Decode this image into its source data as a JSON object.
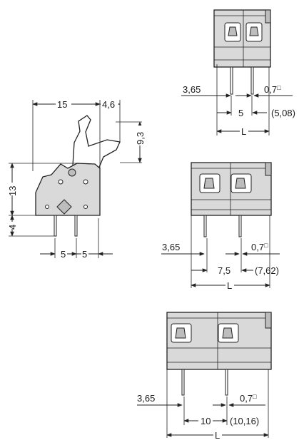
{
  "colors": {
    "body_fill": "#d9d9d9",
    "line": "#222222",
    "background": "#ffffff"
  },
  "side_view": {
    "dim_width": "15",
    "dim_lever_offset": "4,6",
    "dim_lever_height": "9,3",
    "dim_height": "13",
    "dim_pin_length": "4",
    "dim_pitch_a": "5",
    "dim_pitch_b": "5"
  },
  "front_view_5": {
    "dim_offset": "3,65",
    "dim_pin": "0,7",
    "pin_square_mark": "□",
    "dim_pitch": "5",
    "dim_pitch_alt": "(5,08)",
    "dim_total": "L"
  },
  "front_view_7_5": {
    "dim_offset": "3,65",
    "dim_pin": "0,7",
    "pin_square_mark": "□",
    "dim_pitch": "7,5",
    "dim_pitch_alt": "(7,62)",
    "dim_total": "L"
  },
  "front_view_10": {
    "dim_offset": "3,65",
    "dim_pin": "0,7",
    "pin_square_mark": "□",
    "dim_pitch": "10",
    "dim_pitch_alt": "(10,16)",
    "dim_total": "L"
  }
}
